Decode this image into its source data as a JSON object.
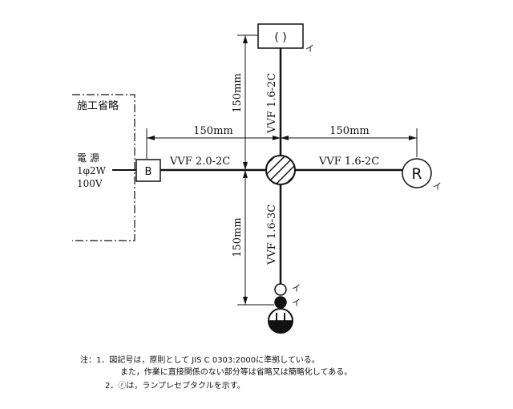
{
  "labels": {
    "omitted": "施工省略",
    "power_line1": "電 源",
    "power_line2": "1φ2W",
    "power_line3": "100V",
    "breaker": "B",
    "cable_left": "VVF 2.0-2C",
    "cable_right": "VVF 1.6-2C",
    "cable_up": "VVF 1.6-2C",
    "cable_down": "VVF 1.6-3C",
    "dim_left": "150mm",
    "dim_right": "150mm",
    "dim_up": "150mm",
    "dim_down": "150mm",
    "ceiling_light_symbol": "( )",
    "receptacle_symbol": "R",
    "tag_i": "イ"
  },
  "notes": {
    "line1": "注：1．図記号は，原則として JIS C 0303:2000に準拠している。",
    "line2": "また，作業に直接関係のない部分等は省略又は簡略化してある。",
    "line3": "2．ⓡは，ランプレセプタクルを示す。"
  },
  "colors": {
    "ink": "#111111",
    "paper": "#ffffff"
  }
}
